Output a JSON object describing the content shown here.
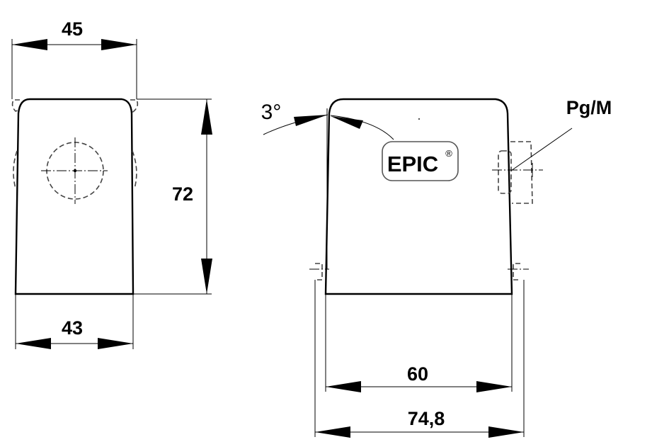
{
  "title": "Hood housing dimensional drawing",
  "dimensions": {
    "side_top_width": "45",
    "side_bottom_width": "43",
    "height": "72",
    "front_inner_width": "60",
    "front_outer_width": "74,8",
    "draft_angle": "3°"
  },
  "labels": {
    "cable_entry": "Pg/M"
  },
  "logo": {
    "text": "EPIC",
    "mark": "®"
  }
}
